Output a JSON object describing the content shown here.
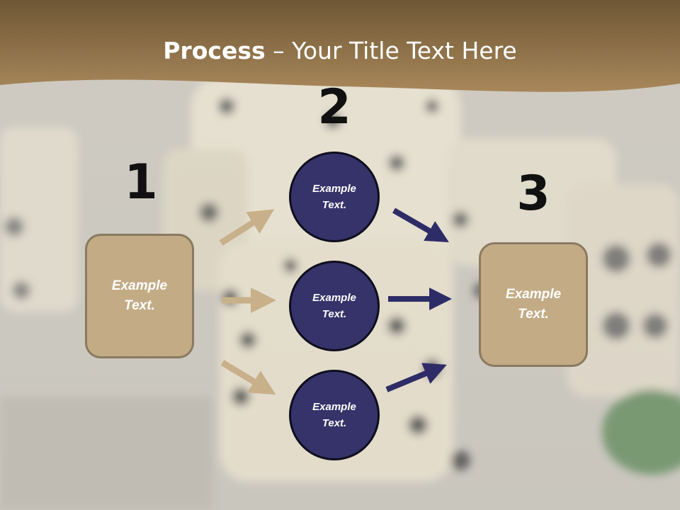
{
  "title": {
    "bold": "Process",
    "rest": " – Your Title Text Here"
  },
  "colors": {
    "header_band": "#8a6a3e",
    "box_fill": "#c3ab85",
    "circle_fill": "#35336a",
    "left_arrow": "#c8b08a",
    "right_arrow": "#2e2c66"
  },
  "steps": {
    "step1": {
      "number": "1",
      "text": "Example\nText."
    },
    "step2": {
      "number": "2",
      "items": [
        {
          "text": "Example\nText."
        },
        {
          "text": "Example\nText."
        },
        {
          "text": "Example\nText."
        }
      ]
    },
    "step3": {
      "number": "3",
      "text": "Example\nText."
    }
  }
}
